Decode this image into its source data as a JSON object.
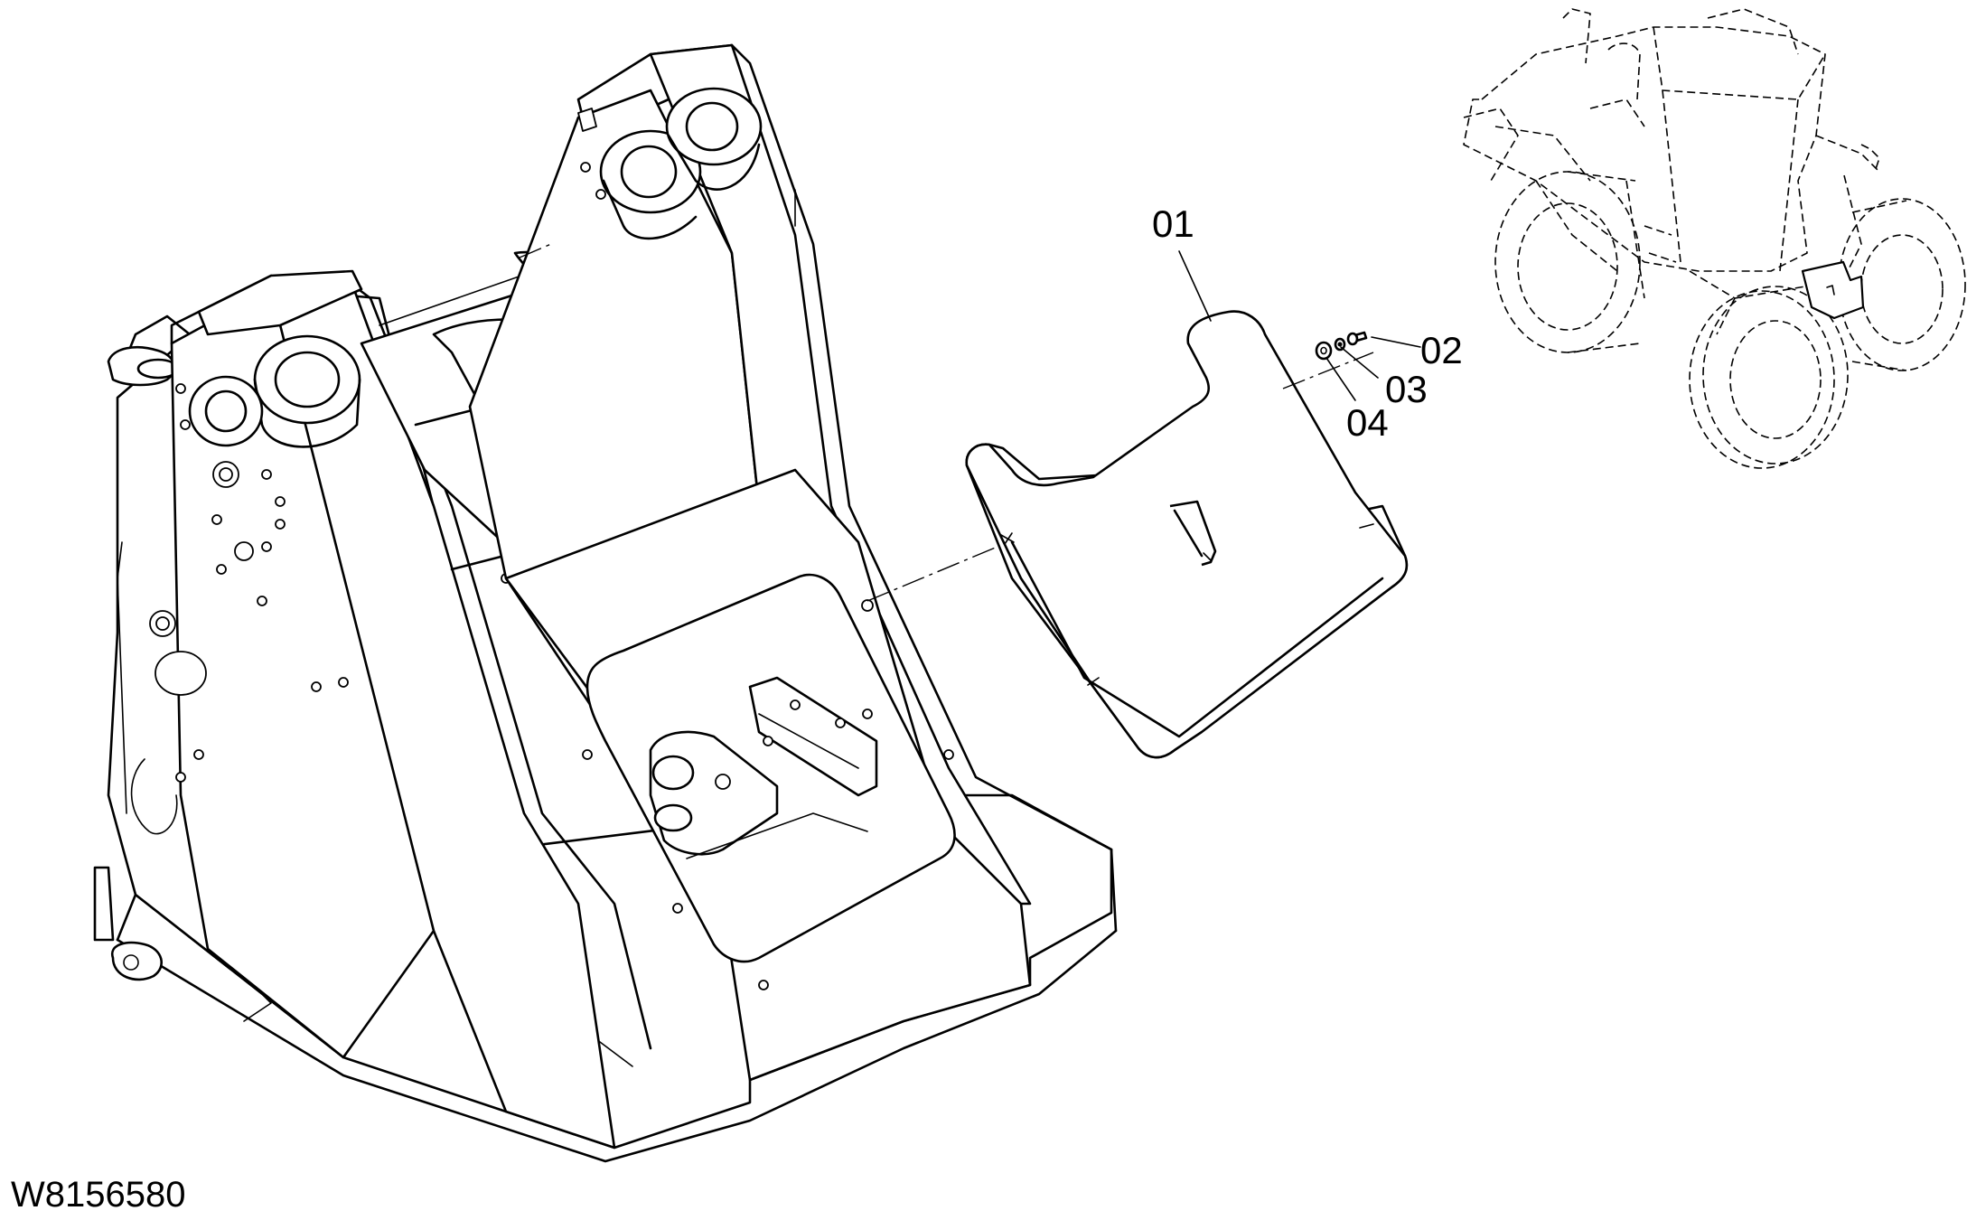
{
  "drawing": {
    "code": "W8156580",
    "callouts": [
      {
        "id": "01",
        "label": "01"
      },
      {
        "id": "02",
        "label": "02"
      },
      {
        "id": "03",
        "label": "03"
      },
      {
        "id": "04",
        "label": "04"
      }
    ]
  },
  "colors": {
    "line": "#000000",
    "background": "#ffffff"
  }
}
